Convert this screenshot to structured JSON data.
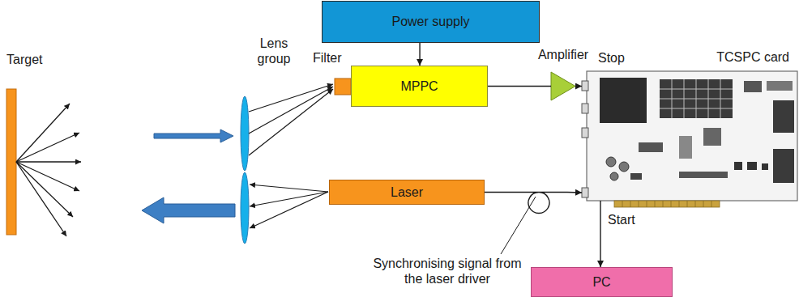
{
  "diagram": {
    "nodes": [
      {
        "text": [
          "Power supply"
        ]
      },
      {
        "text": [
          "MPPC"
        ]
      },
      {
        "text": [
          "Amplifier"
        ]
      },
      {
        "text": [
          "TCSPC card"
        ]
      },
      {
        "text": [
          "Laser"
        ]
      },
      {
        "text": [
          "PC"
        ]
      }
    ],
    "edges": [
      {
        "from": 0,
        "to": 1,
        "arrow": "to"
      },
      {
        "from": 1,
        "to": 2,
        "arrow": "none"
      },
      {
        "from": 2,
        "to": 3,
        "arrow": "to"
      },
      {
        "from": 4,
        "to": 3,
        "arrow": "to"
      },
      {
        "from": 3,
        "to": 5,
        "arrow": "to"
      }
    ],
    "labels": [
      "Target",
      "Lens group",
      "Filter",
      "Stop",
      "Start",
      "Synchronising signal from the laser driver"
    ]
  }
}
